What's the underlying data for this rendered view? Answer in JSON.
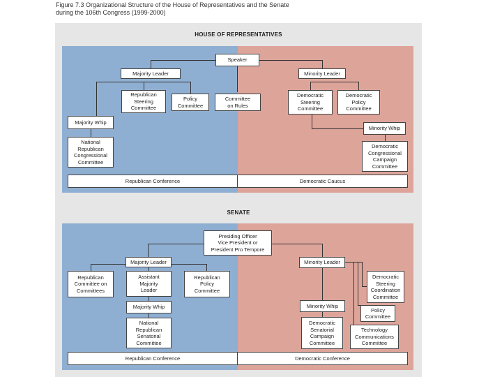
{
  "caption": "Figure 7.3  Organizational Structure of the House of Representatives and the Senate during the 106th Congress (1999-2000)",
  "house": {
    "title": "HOUSE OF REPRESENTATIVES",
    "speaker": "Speaker",
    "majority_leader": "Majority Leader",
    "minority_leader": "Minority Leader",
    "rep_steering": "Republican\nSteering\nCommittee",
    "policy_committee": "Policy\nCommittee",
    "rules_committee": "Committee\non Rules",
    "dem_steering": "Democratic\nSteering\nCommittee",
    "dem_policy": "Democratic\nPolicy\nCommittee",
    "majority_whip": "Majority Whip",
    "minority_whip": "Minority Whip",
    "nrcc": "National\nRepublican\nCongressional\nCommittee",
    "dccc": "Democratic\nCongressional\nCampaign\nCommittee",
    "rep_conference": "Republican Conference",
    "dem_caucus": "Democratic Caucus"
  },
  "senate": {
    "title": "SENATE",
    "presiding": "Presiding Officer\nVice President or\nPresident Pro Tempore",
    "majority_leader": "Majority Leader",
    "minority_leader": "Minority Leader",
    "rep_committees": "Republican\nCommittee on\nCommittees",
    "assistant_leader": "Assistant\nMajority\nLeader",
    "rep_policy": "Republican\nPolicy\nCommittee",
    "majority_whip": "Majority Whip",
    "minority_whip": "Minority Whip",
    "nrsc": "National\nRepublican\nSenatorial\nCommittee",
    "dscc": "Democratic\nSenatorial\nCampaign\nCommittee",
    "dem_steering": "Democratic\nSteering\nCoordination\nCommittee",
    "policy_committee": "Policy\nCommittee",
    "tech_committee": "Technology\nCommunications\nCommittee",
    "rep_conference": "Republican Conference",
    "dem_conference": "Democratic Conference"
  },
  "colors": {
    "republican": "#8fafd2",
    "democratic": "#dda49a",
    "background": "#e6e6e6"
  }
}
